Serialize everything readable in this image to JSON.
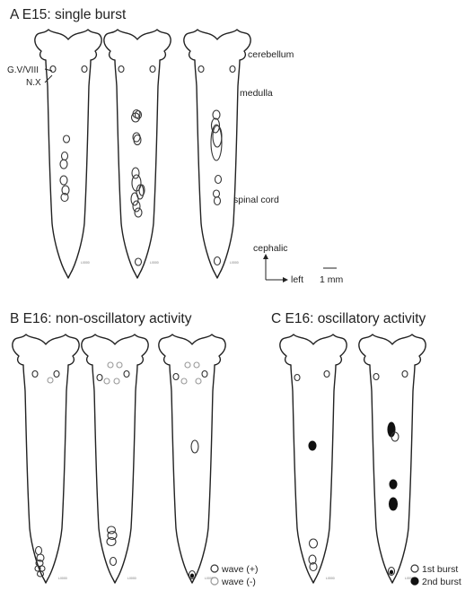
{
  "panels": {
    "a": {
      "title": "A E15: single burst"
    },
    "b": {
      "title": "B E16: non-oscillatory activity"
    },
    "c": {
      "title": "C E16: oscillatory activity"
    }
  },
  "labels": {
    "cerebellum": "cerebellum",
    "medulla": "medulla",
    "spinal_cord": "spinal cord",
    "gv_viii": "G.V/VIII",
    "nx": "N.X"
  },
  "orientation": {
    "cephalic": "cephalic",
    "left": "left",
    "scale": "1 mm"
  },
  "legends": {
    "b": {
      "open": "wave (+)",
      "grey": "wave (-)"
    },
    "c": {
      "open": "1st burst",
      "filled": "2nd burst"
    }
  },
  "colors": {
    "outline": "#222222",
    "negative": "#9a9a9a",
    "filled": "#111111"
  }
}
